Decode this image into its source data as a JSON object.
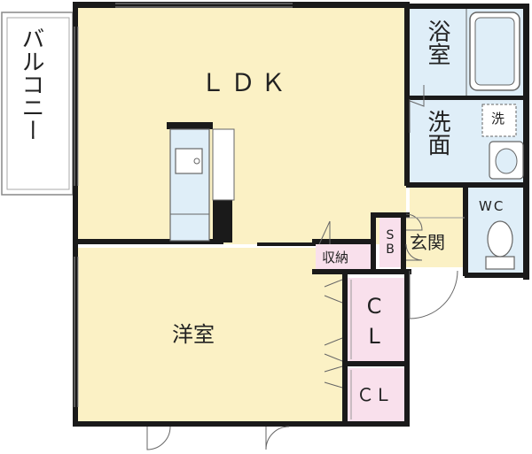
{
  "rooms": {
    "balcony": "バルコニー",
    "ldk": "ＬＤＫ",
    "bath": "浴室",
    "washroom": "洗面",
    "washer_mark": "洗",
    "wc": "WC",
    "entrance": "玄関",
    "shoe_box": "SB",
    "storage": "収納",
    "western_room": "洋室",
    "closet_large": "CL",
    "closet_small": "ＣＬ"
  },
  "colors": {
    "wall": "#1a1a1a",
    "living_floor": "#fbf1c5",
    "wet_area": "#dfeef8",
    "closet": "#f9e0ec",
    "entrance_floor": "#fbf1c5",
    "balcony_fill": "#ffffff"
  }
}
